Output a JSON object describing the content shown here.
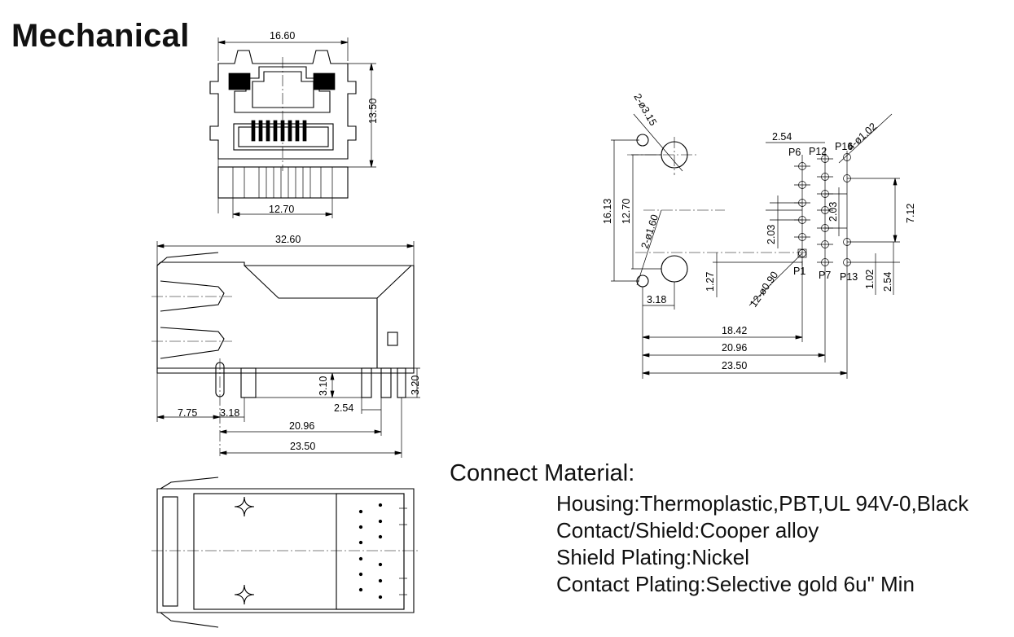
{
  "title": "Mechanical",
  "front_view": {
    "dims": {
      "width": "16.60",
      "height": "13.50",
      "pin_span": "12.70"
    }
  },
  "side_view": {
    "dims": {
      "length": "32.60",
      "tail_height_a": "3.10",
      "tail_height_b": "3.20",
      "pin_pitch": "2.54",
      "offset_a": "7.75",
      "offset_b": "3.18",
      "row_span": "20.96",
      "total_span": "23.50"
    }
  },
  "footprint": {
    "labels": {
      "mount_holes": "2-ø3.15",
      "led_holes": "4-ø1.02",
      "peg_holes": "2-ø1.60",
      "pin_holes": "12-ø0.90"
    },
    "dims": {
      "pitch_top": "2.54",
      "height_outer": "16.13",
      "height_inner": "12.70",
      "pitch_mid_a": "2.03",
      "pitch_mid_b": "2.03",
      "led_span": "7.12",
      "offset_y": "1.27",
      "offset_x": "3.18",
      "small_a": "1.02",
      "small_b": "2.54",
      "span_a": "18.42",
      "span_b": "20.96",
      "span_c": "23.50"
    },
    "pins": {
      "p6": "P6",
      "p12": "P12",
      "p16": "P16",
      "p1": "P1",
      "p7": "P7",
      "p13": "P13"
    }
  },
  "materials": {
    "heading": "Connect Material:",
    "lines": [
      "Housing:Thermoplastic,PBT,UL 94V-0,Black",
      "Contact/Shield:Cooper alloy",
      "Shield Plating:Nickel",
      "Contact Plating:Selective gold 6u\" Min"
    ]
  }
}
